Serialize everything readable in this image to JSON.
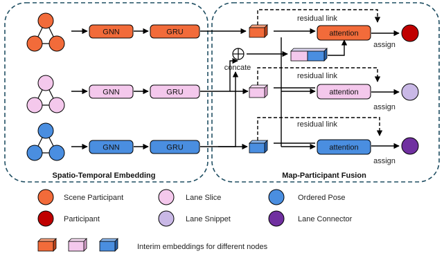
{
  "panels": {
    "left_title": "Spatio-Temporal Embedding",
    "right_title": "Map-Participant Fusion"
  },
  "blocks": {
    "gnn": "GNN",
    "gru": "GRU",
    "attention": "attention"
  },
  "labels": {
    "residual_link": "residual link",
    "concate": "concate",
    "assign": "assign"
  },
  "legend": {
    "scene_participant": "Scene Participant",
    "lane_slice": "Lane Slice",
    "ordered_pose": "Ordered Pose",
    "participant": "Participant",
    "lane_snippet": "Lane Snippet",
    "lane_connector": "Lane Connector",
    "interim": "Interim embeddings for different nodes"
  },
  "colors": {
    "orange": "#f26b3a",
    "pink": "#f4c8ec",
    "blue": "#4a8ee0",
    "red": "#c00000",
    "lavender": "#c9b8e6",
    "purple": "#7030a0",
    "border_dash": "#1f4e62"
  }
}
